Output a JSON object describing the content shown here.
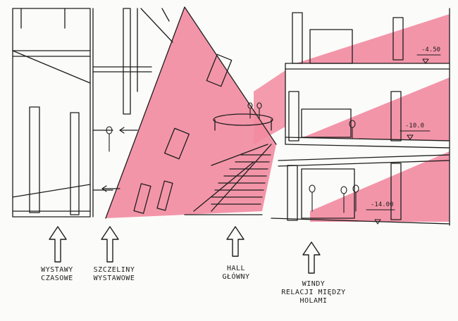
{
  "colors": {
    "accent_fill": "#f28aa0",
    "ink": "#1d1d1d",
    "paper": "#fbfbf9"
  },
  "labels": {
    "exhibitions": [
      "WYSTAWY",
      "CZASOWE"
    ],
    "slots": [
      "SZCZELINY",
      "WYSTAWOWE"
    ],
    "hall": [
      "HALL",
      "GŁÓWNY"
    ],
    "lifts": [
      "WINDY",
      "RELACJI MIĘDZY",
      "HOLAMI"
    ]
  },
  "levels": {
    "upper": "-4.50",
    "middle": "-10.0",
    "lower": "-14.00"
  }
}
